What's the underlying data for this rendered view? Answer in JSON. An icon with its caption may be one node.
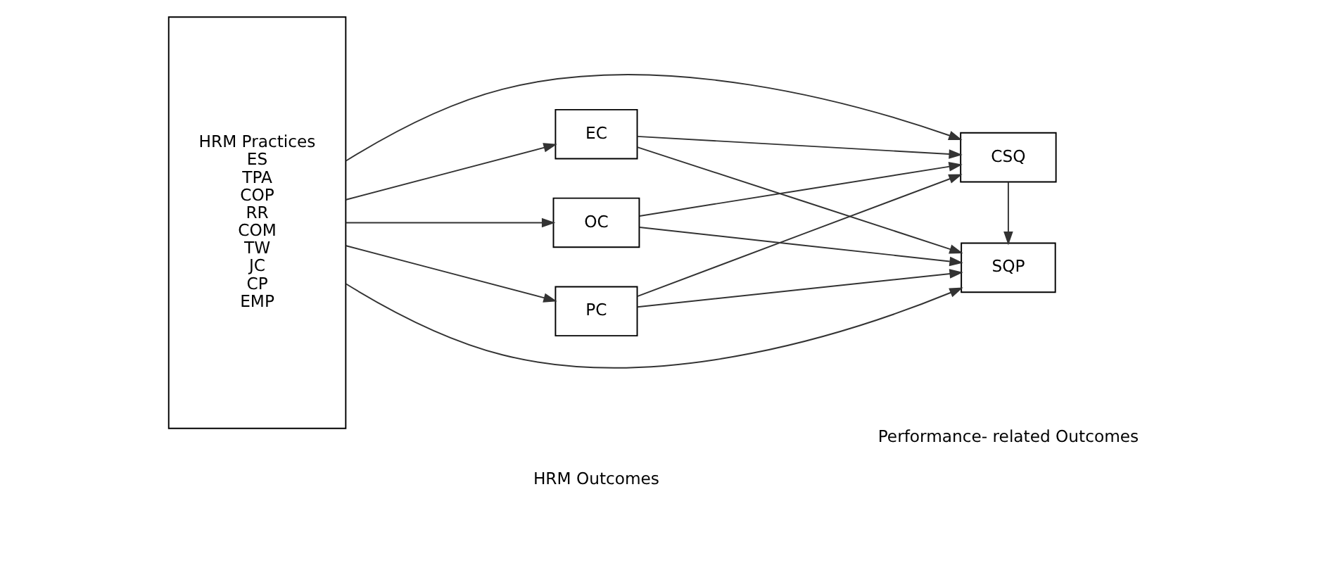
{
  "diagram": {
    "nodes": [
      {
        "text": [
          "HRM Practices",
          "ES",
          "TPA",
          "COP",
          "RR",
          "COM",
          "TW",
          "JC",
          "CP",
          "EMP"
        ]
      },
      {
        "text": [
          "EC"
        ]
      },
      {
        "text": [
          "OC"
        ]
      },
      {
        "text": [
          "PC"
        ]
      },
      {
        "text": [
          "SQP"
        ]
      },
      {
        "text": [
          "CSQ"
        ]
      }
    ],
    "edges": [
      {
        "from": 0,
        "to": 4,
        "arrow": "to"
      },
      {
        "from": 0,
        "to": 1,
        "arrow": "to"
      },
      {
        "from": 0,
        "to": 2,
        "arrow": "to"
      },
      {
        "from": 0,
        "to": 3,
        "arrow": "to"
      },
      {
        "from": 0,
        "to": 5,
        "arrow": "to"
      },
      {
        "from": 1,
        "to": 4,
        "arrow": "to"
      },
      {
        "from": 1,
        "to": 5,
        "arrow": "to"
      },
      {
        "from": 2,
        "to": 4,
        "arrow": "to"
      },
      {
        "from": 2,
        "to": 5,
        "arrow": "to"
      },
      {
        "from": 3,
        "to": 4,
        "arrow": "to"
      },
      {
        "from": 3,
        "to": 5,
        "arrow": "to"
      },
      {
        "from": 5,
        "to": 4,
        "arrow": "to"
      }
    ],
    "labels": [
      "HRM Outcomes",
      "Performance- related Outcomes"
    ]
  }
}
